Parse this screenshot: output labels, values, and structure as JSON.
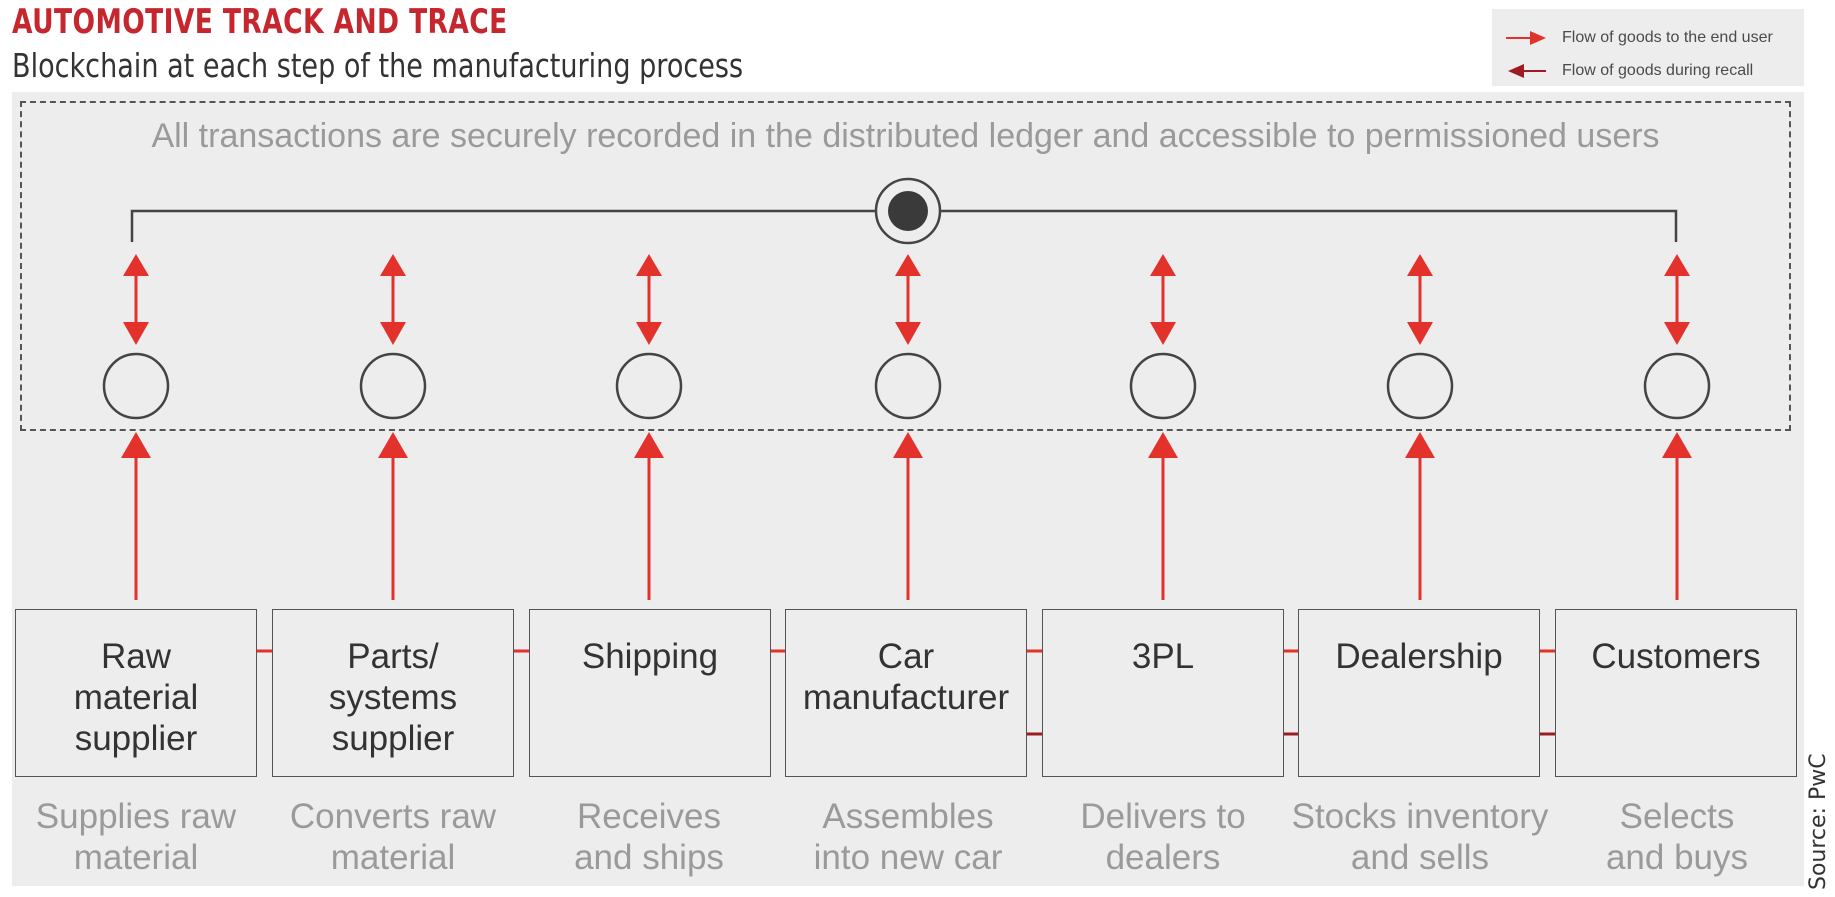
{
  "header": {
    "title": "AUTOMOTIVE TRACK AND TRACE",
    "subtitle": "Blockchain at each step of the manufacturing process"
  },
  "legend": {
    "items": [
      {
        "label": "Flow of goods to the end user",
        "color": "#e3312c"
      },
      {
        "label": "Flow of goods during recall",
        "color": "#9b1c22"
      }
    ]
  },
  "ledger": {
    "caption": "All transactions are securely recorded in the distributed ledger and accessible to permissioned users"
  },
  "steps": [
    {
      "label": "Raw\nmaterial\nsupplier",
      "description": "Supplies raw\nmaterial"
    },
    {
      "label": "Parts/\nsystems\nsupplier",
      "description": "Converts raw\nmaterial"
    },
    {
      "label": "Shipping",
      "description": "Receives\nand ships"
    },
    {
      "label": "Car\nmanufacturer",
      "description": "Assembles\ninto new car"
    },
    {
      "label": "3PL",
      "description": "Delivers to\ndealers"
    },
    {
      "label": "Dealership",
      "description": "Stocks inventory\nand sells"
    },
    {
      "label": "Customers",
      "description": "Selects\nand buys"
    }
  ],
  "colors": {
    "forward_arrow": "#e3312c",
    "recall_arrow": "#9b1c22",
    "title": "#c6262e",
    "panel": "#ededee",
    "line": "#444444"
  },
  "source": "Source: PwC"
}
